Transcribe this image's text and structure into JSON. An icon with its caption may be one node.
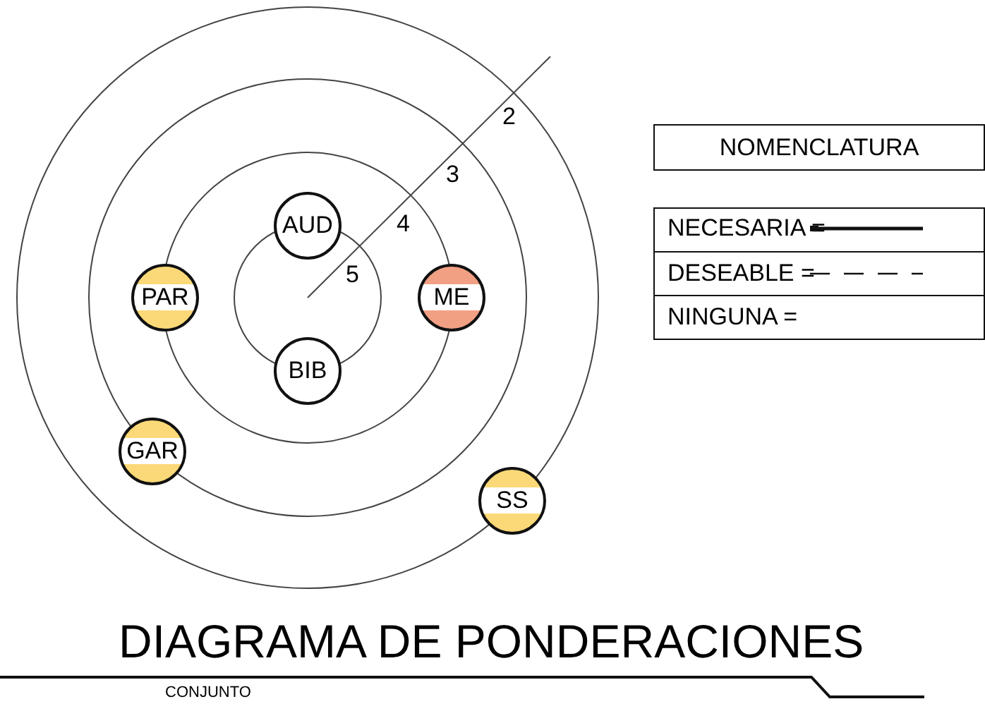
{
  "diagram": {
    "title": "DIAGRAMA DE PONDERACIONES",
    "caption": "CONJUNTO",
    "nodes": [
      {
        "text": [
          "AUD"
        ]
      },
      {
        "text": [
          "PAR"
        ]
      },
      {
        "text": [
          "ME"
        ]
      },
      {
        "text": [
          "BIB"
        ]
      },
      {
        "text": [
          "GAR"
        ]
      },
      {
        "text": [
          "SS"
        ]
      }
    ],
    "labels": [
      "2",
      "3",
      "4",
      "5",
      "NOMENCLATURA"
    ],
    "legend": [
      {
        "text": "NECESARIA ="
      },
      {
        "text": "DESEABLE ="
      },
      {
        "text": "NINGUNA ="
      }
    ]
  }
}
